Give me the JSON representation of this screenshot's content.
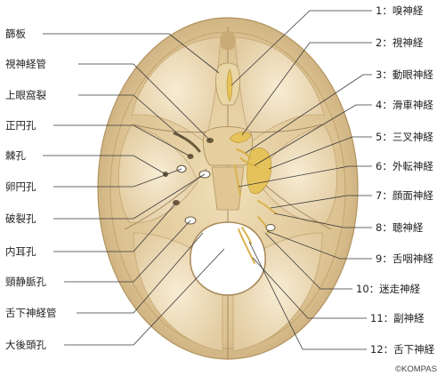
{
  "labels": {
    "left": [
      {
        "id": "sieve-plate",
        "text": "篩板"
      },
      {
        "id": "optic-canal",
        "text": "視神経管"
      },
      {
        "id": "superior-orbital-fissure",
        "text": "上眼窩裂"
      },
      {
        "id": "foramen-rotundum",
        "text": "正円孔"
      },
      {
        "id": "foramen-spinosum",
        "text": "棘孔"
      },
      {
        "id": "foramen-ovale",
        "text": "卵円孔"
      },
      {
        "id": "foramen-lacerum",
        "text": "破裂孔"
      },
      {
        "id": "internal-acoustic-meatus",
        "text": "内耳孔"
      },
      {
        "id": "jugular-foramen",
        "text": "頸静脈孔"
      },
      {
        "id": "hypoglossal-canal",
        "text": "舌下神経管"
      },
      {
        "id": "foramen-magnum",
        "text": "大後頭孔"
      }
    ],
    "right": [
      {
        "id": "nerve-1",
        "text": "1：嗅神経"
      },
      {
        "id": "nerve-2",
        "text": "2：視神経"
      },
      {
        "id": "nerve-3",
        "text": "3：動眼神経"
      },
      {
        "id": "nerve-4",
        "text": "4：滑車神経"
      },
      {
        "id": "nerve-5",
        "text": "5：三叉神経"
      },
      {
        "id": "nerve-6",
        "text": "6：外転神経"
      },
      {
        "id": "nerve-7",
        "text": "7：顔面神経"
      },
      {
        "id": "nerve-8",
        "text": "8：聴神経"
      },
      {
        "id": "nerve-9",
        "text": "9：舌咽神経"
      },
      {
        "id": "nerve-10",
        "text": "10：迷走神経"
      },
      {
        "id": "nerve-11",
        "text": "11：副神経"
      },
      {
        "id": "nerve-12",
        "text": "12：舌下神経"
      }
    ]
  },
  "copyright": "©KOMPAS",
  "colors": {
    "bone_outer": "#d9bf8c",
    "bone_inner": "#ead6ab",
    "bone_fossa": "#f3e6c8",
    "nerve": "#e6c35a",
    "hole": "#ffffff"
  }
}
